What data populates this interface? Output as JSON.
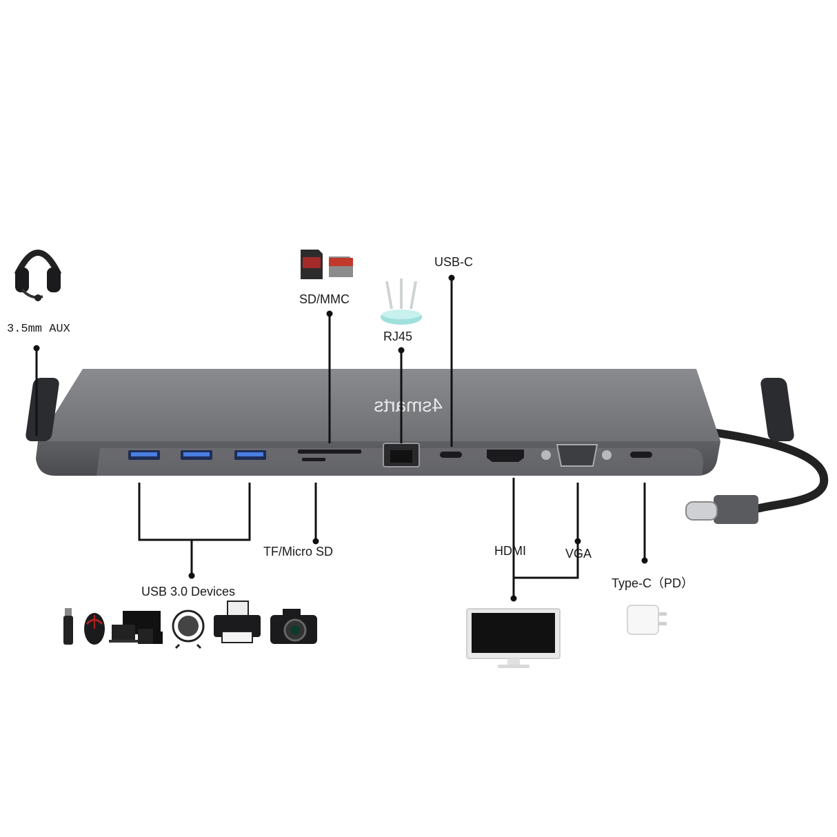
{
  "brand": "4smarts",
  "ports": {
    "aux": "3.5mm AUX",
    "sd": "SD/MMC",
    "rj45": "RJ45",
    "usbc": "USB-C",
    "usb3": "USB 3.0 Devices",
    "tf": "TF/Micro SD",
    "hdmi": "HDMI",
    "vga": "VGA",
    "typec_pd": "Type-C（PD）"
  },
  "icons": [
    "headset-icon",
    "sd-card-icon",
    "router-icon",
    "usb-stick-icon",
    "mouse-icon",
    "devices-icon",
    "fan-icon",
    "printer-icon",
    "camera-icon",
    "monitor-icon",
    "charger-icon"
  ],
  "colors": {
    "hub_body": "#6e6f73",
    "hub_top": "#7d7e82",
    "port_blue": "#3d6fd1",
    "line": "#111111"
  }
}
